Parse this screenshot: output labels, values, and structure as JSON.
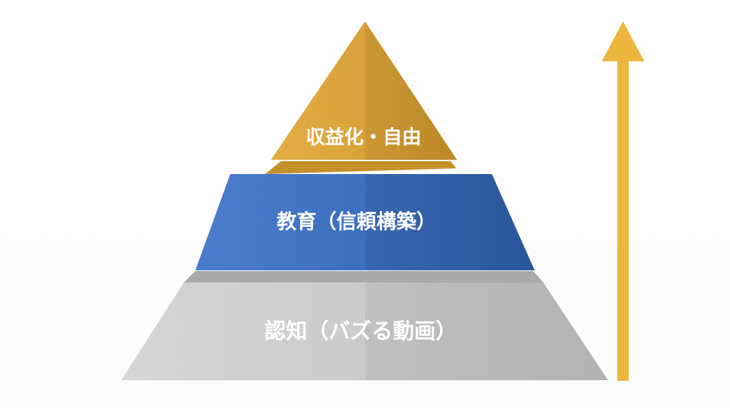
{
  "pyramid": {
    "tiers": [
      {
        "label": "収益化・自由",
        "color": "#DDA63A",
        "shade": "#C9922A"
      },
      {
        "label": "教育（信頼構築）",
        "color": "#3D6FBF",
        "shade": "#2F5FA8"
      },
      {
        "label": "認知（バズる動画）",
        "color": "#CFCFCF",
        "shade": "#BDBDBD"
      }
    ]
  },
  "arrow": {
    "color": "#EDB63F",
    "direction": "up"
  }
}
